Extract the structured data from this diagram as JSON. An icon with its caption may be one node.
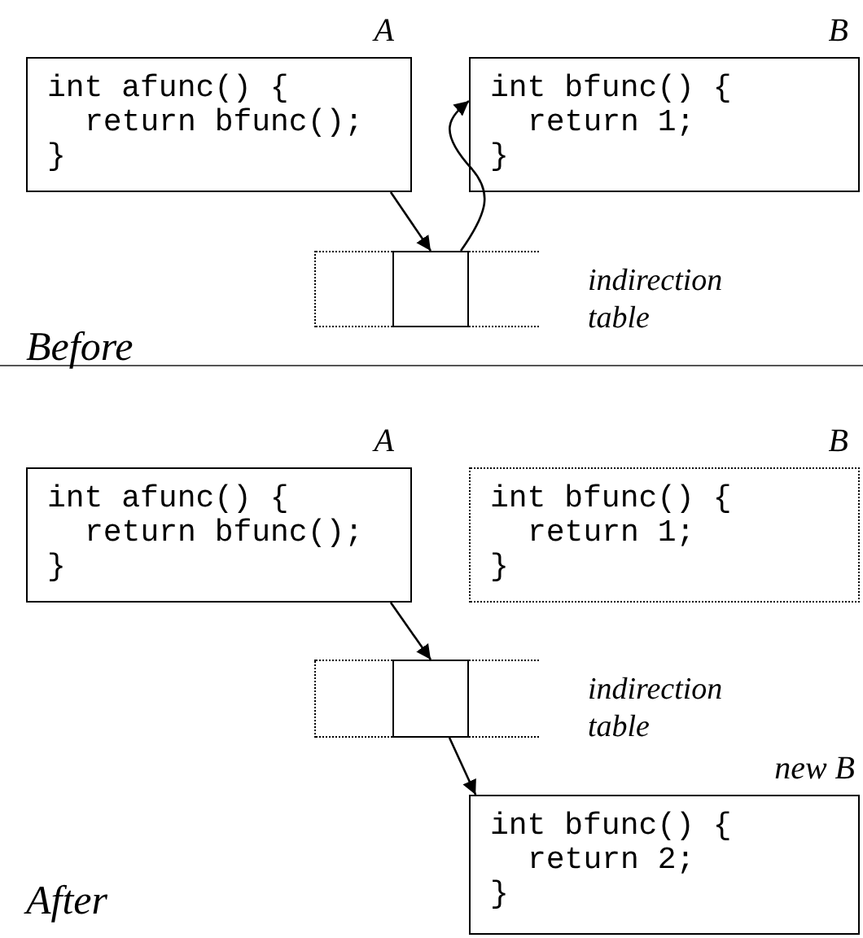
{
  "diagram": {
    "nodes": [
      {
        "text": [
          "A",
          "int afunc() {",
          "return bfunc();",
          "}"
        ]
      },
      {
        "text": [
          "B",
          "int bfunc() {",
          "return 1;",
          "}"
        ]
      },
      {
        "text": [],
        "shape": "box",
        "beside": [
          "indirection table"
        ]
      },
      {
        "text": [],
        "shape": "box",
        "in": 2
      },
      {
        "text": [
          "A",
          "int afunc() {",
          "return bfunc();",
          "}"
        ]
      },
      {
        "text": [
          "B",
          "int bfunc() {",
          "return 1;",
          "}"
        ]
      },
      {
        "text": [],
        "shape": "box",
        "beside": [
          "indirection table"
        ]
      },
      {
        "text": [],
        "shape": "box",
        "in": 6
      },
      {
        "text": [
          "new B",
          "int bfunc() {",
          "return 2;",
          "}"
        ]
      }
    ],
    "edges": [
      {
        "from": 0,
        "to": 3,
        "arrow": "to"
      },
      {
        "from": 3,
        "to": 1,
        "arrow": "to"
      },
      {
        "from": 4,
        "to": 7,
        "arrow": "to"
      },
      {
        "from": 7,
        "to": 8,
        "arrow": "to"
      }
    ],
    "labels": [
      "Before",
      "After"
    ]
  }
}
